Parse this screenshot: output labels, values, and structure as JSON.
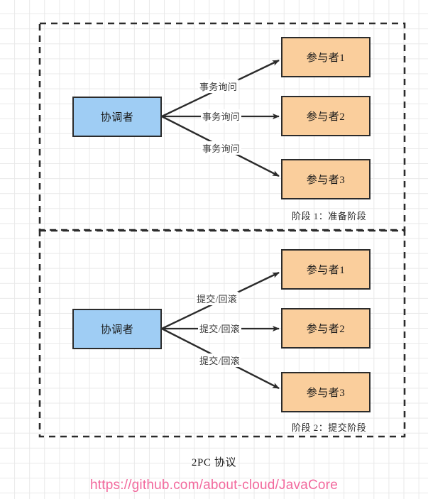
{
  "diagram": {
    "caption": "2PC 协议",
    "url": "https://github.com/about-cloud/JavaCore",
    "colors": {
      "coordinator_fill": "#9FCDF4",
      "participant_fill": "#FACE9C",
      "node_stroke": "#2b2b2b",
      "edge_stroke": "#2b2b2b",
      "grid": "#e9e9e9",
      "url_color": "#F2699D",
      "panel_border": "#2b2b2b"
    },
    "phases": [
      {
        "id": "phase-1",
        "label": "阶段 1：准备阶段",
        "coordinator": "协调者",
        "participants": [
          "参与者1",
          "参与者2",
          "参与者3"
        ],
        "edge_labels": [
          "事务询问",
          "事务询问",
          "事务询问"
        ]
      },
      {
        "id": "phase-2",
        "label": "阶段 2：提交阶段",
        "coordinator": "协调者",
        "participants": [
          "参与者1",
          "参与者2",
          "参与者3"
        ],
        "edge_labels": [
          "提交/回滚",
          "提交/回滚",
          "提交/回滚"
        ]
      }
    ]
  }
}
